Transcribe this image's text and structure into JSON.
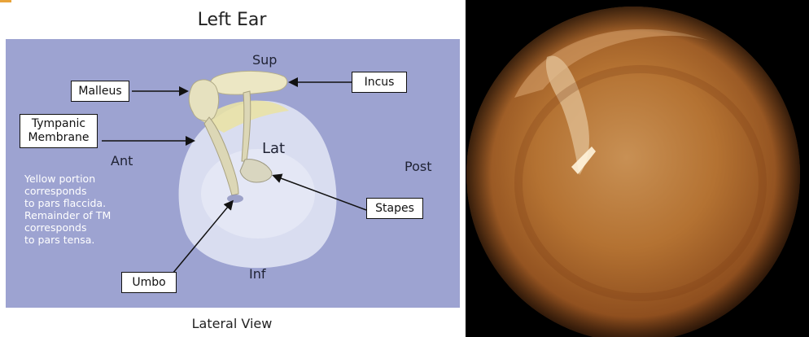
{
  "title": "Left Ear",
  "caption": "Lateral View",
  "directions": {
    "sup": "Sup",
    "inf": "Inf",
    "ant": "Ant",
    "post": "Post",
    "lat": "Lat"
  },
  "labels": {
    "malleus": "Malleus",
    "incus": "Incus",
    "tympanic_line1": "Tympanic",
    "tympanic_line2": "Membrane",
    "stapes": "Stapes",
    "umbo": "Umbo"
  },
  "note_lines": [
    "Yellow portion",
    "corresponds",
    "to pars flaccida.",
    "Remainder of TM",
    "corresponds",
    "to pars tensa."
  ],
  "colors": {
    "diagram_background": "#9da3d1",
    "accent": "#e8a33a"
  }
}
